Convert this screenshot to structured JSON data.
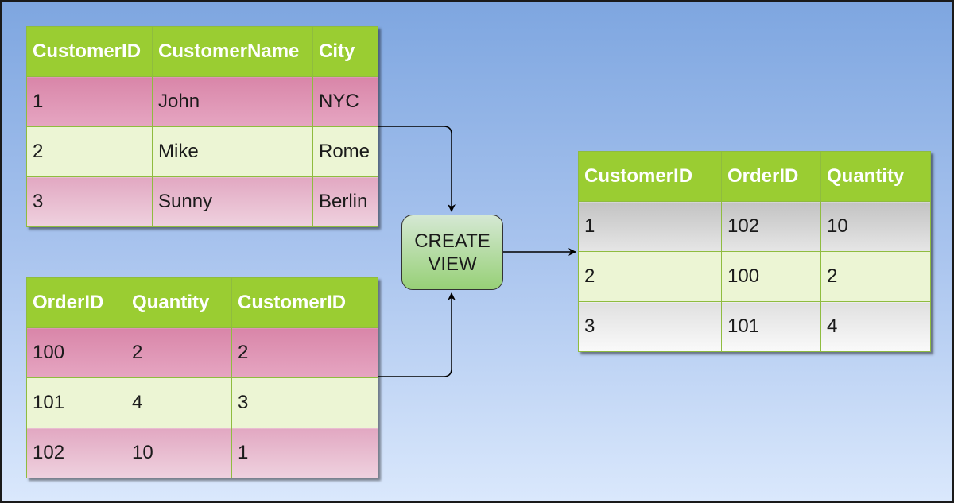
{
  "customers": {
    "headers": [
      "CustomerID",
      "CustomerName",
      "City"
    ],
    "rows": [
      [
        "1",
        "John",
        "NYC"
      ],
      [
        "2",
        "Mike",
        "Rome"
      ],
      [
        "3",
        "Sunny",
        "Berlin"
      ]
    ]
  },
  "orders": {
    "headers": [
      "OrderID",
      "Quantity",
      "CustomerID"
    ],
    "rows": [
      [
        "100",
        "2",
        "2"
      ],
      [
        "101",
        "4",
        "3"
      ],
      [
        "102",
        "10",
        "1"
      ]
    ]
  },
  "view_node": {
    "line1": "CREATE",
    "line2": "VIEW"
  },
  "result": {
    "headers": [
      "CustomerID",
      "OrderID",
      "Quantity"
    ],
    "rows": [
      [
        "1",
        "102",
        "10"
      ],
      [
        "2",
        "100",
        "2"
      ],
      [
        "3",
        "101",
        "4"
      ]
    ]
  },
  "colors": {
    "header_green": "#9acd32",
    "row_pink": "#e6a6c2",
    "row_light_green": "#ecf5d4",
    "row_gray": "#dcdcdc",
    "node_fill": "#97d077",
    "background_top": "#7ea6e0",
    "background_bottom": "#dae8fc"
  }
}
